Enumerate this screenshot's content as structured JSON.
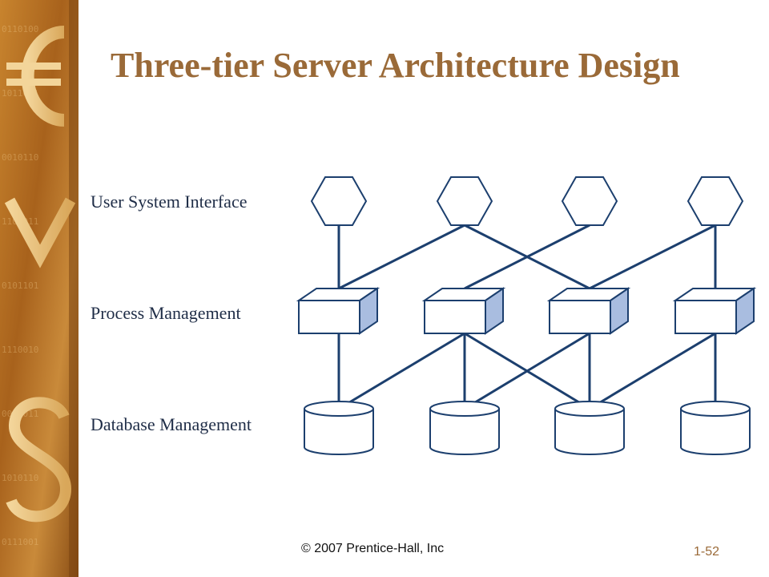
{
  "slide": {
    "title": "Three-tier Server Architecture Design",
    "footer_copyright": "© 2007 Prentice-Hall, Inc",
    "page_number": "1-52"
  },
  "tiers": [
    {
      "label": "User System Interface",
      "symbol": "hexagon",
      "count": 4
    },
    {
      "label": "Process Management",
      "symbol": "box",
      "count": 4
    },
    {
      "label": "Database Management",
      "symbol": "cylinder",
      "count": 4
    }
  ],
  "links": {
    "interface_to_process": [
      [
        0,
        0
      ],
      [
        1,
        0
      ],
      [
        1,
        2
      ],
      [
        2,
        1
      ],
      [
        3,
        2
      ],
      [
        3,
        3
      ]
    ],
    "process_to_database": [
      [
        0,
        0
      ],
      [
        1,
        0
      ],
      [
        1,
        1
      ],
      [
        1,
        2
      ],
      [
        2,
        1
      ],
      [
        2,
        2
      ],
      [
        3,
        2
      ],
      [
        3,
        3
      ]
    ]
  },
  "colors": {
    "title": "#9a6a38",
    "line": "#1c3f6e",
    "box_side": "#a9bde0",
    "label": "#1f2d47"
  },
  "sidebar": {
    "theme": "currency-symbols",
    "icons": [
      "euro-icon",
      "yen-icon",
      "dollar-icon"
    ]
  }
}
